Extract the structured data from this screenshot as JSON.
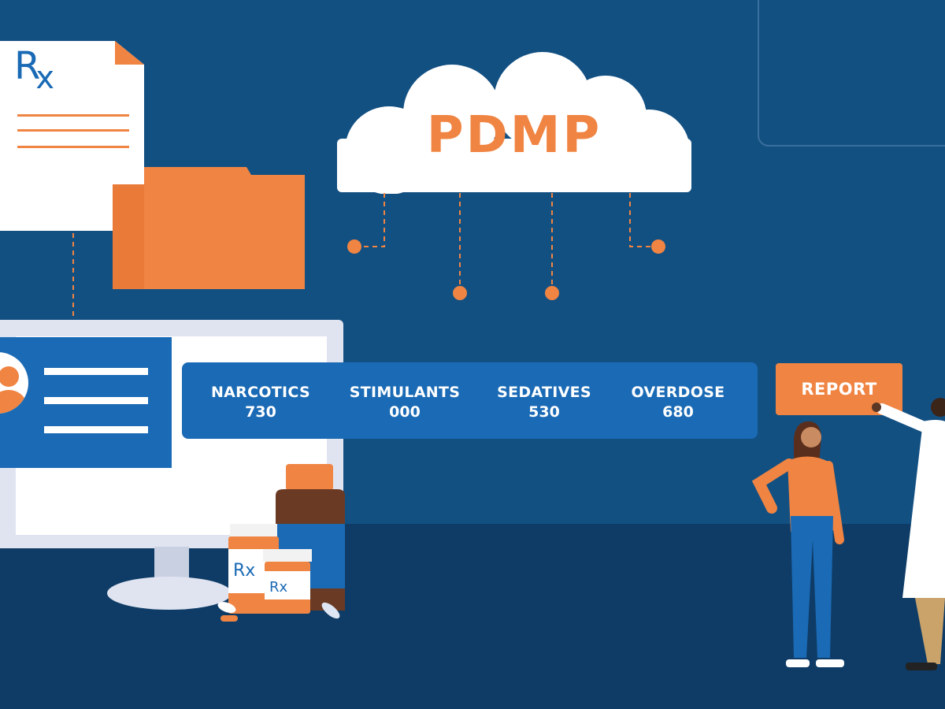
{
  "document": {
    "rx": "R",
    "rx_sub": "x"
  },
  "cloud": {
    "label": "PDMP"
  },
  "stats": [
    {
      "label": "NARCOTICS",
      "value": "730"
    },
    {
      "label": "STIMULANTS",
      "value": "000"
    },
    {
      "label": "SEDATIVES",
      "value": "530"
    },
    {
      "label": "OVERDOSE",
      "value": "680"
    }
  ],
  "report": {
    "label": "REPORT"
  },
  "bottles": {
    "rx_large": "Rx",
    "rx_small": "Rx"
  },
  "colors": {
    "background": "#135082",
    "floor": "#0f3c66",
    "accent": "#f08442",
    "primary_blue": "#1a6ab5",
    "white": "#ffffff"
  },
  "icons": [
    "document-icon",
    "folder-icon",
    "cloud-icon",
    "avatar-icon",
    "pill-bottle-icon",
    "capsule-icon",
    "person-icon",
    "doctor-icon"
  ]
}
